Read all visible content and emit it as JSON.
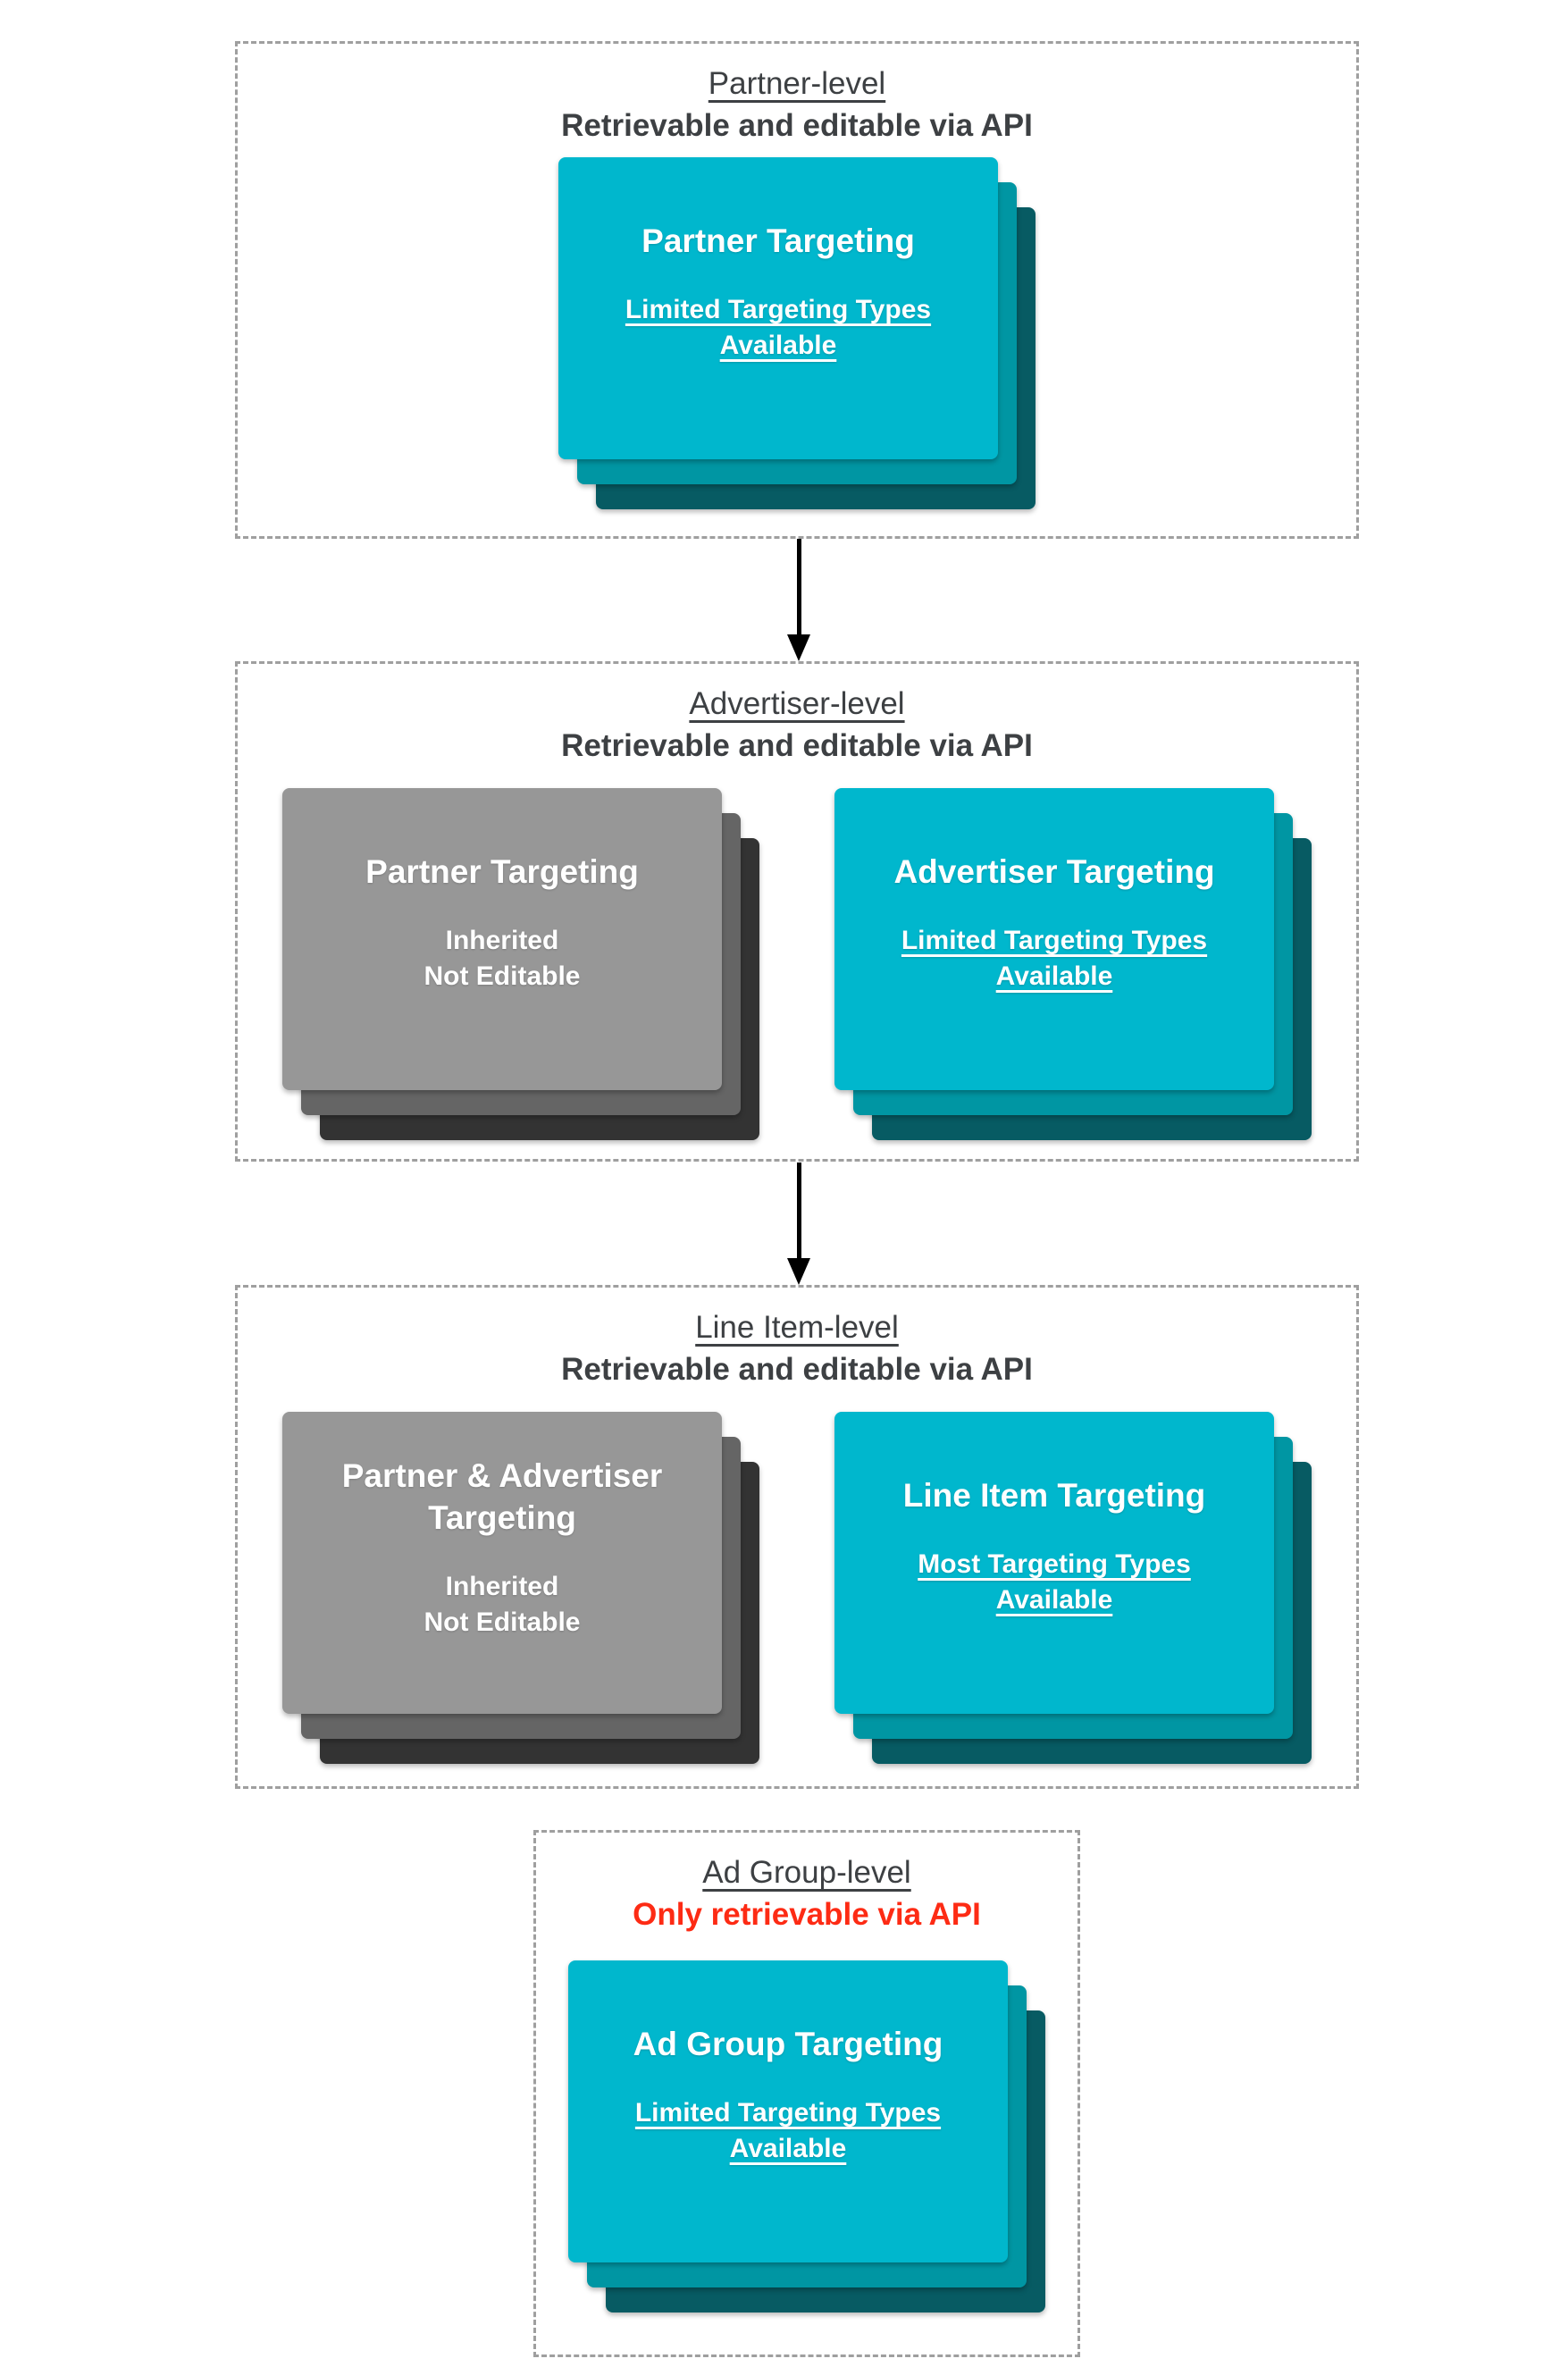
{
  "colors": {
    "page_bg": "#ffffff",
    "border": "#9f9f9f",
    "heading": "#3d4043",
    "red": "#fd2b14",
    "teal": "#00b7cd",
    "teal_mid": "#0096a3",
    "teal_dark": "#075b63",
    "gray": "#979797",
    "gray_mid": "#656565",
    "gray_dark": "#333333",
    "card_text": "#ffffff",
    "arrow": "#000000"
  },
  "sections": [
    {
      "title": "Partner-level",
      "subtitle": "Retrievable and editable via API",
      "cards": [
        {
          "variant": "teal",
          "title_lines": [
            "Partner Targeting"
          ],
          "body_lines": [
            "Limited Targeting Types",
            "Available"
          ],
          "body_underlined": true
        }
      ]
    },
    {
      "title": "Advertiser-level",
      "subtitle": "Retrievable and editable via API",
      "cards": [
        {
          "variant": "gray",
          "title_lines": [
            "Partner Targeting"
          ],
          "body_lines": [
            "Inherited",
            "Not Editable"
          ],
          "body_underlined": false
        },
        {
          "variant": "teal",
          "title_lines": [
            "Advertiser Targeting"
          ],
          "body_lines": [
            "Limited Targeting Types",
            "Available"
          ],
          "body_underlined": true
        }
      ]
    },
    {
      "title": "Line Item-level",
      "subtitle": "Retrievable and editable via API",
      "cards": [
        {
          "variant": "gray",
          "title_lines": [
            "Partner & Advertiser",
            "Targeting"
          ],
          "body_lines": [
            "Inherited",
            "Not Editable"
          ],
          "body_underlined": false
        },
        {
          "variant": "teal",
          "title_lines": [
            "Line Item Targeting"
          ],
          "body_lines": [
            "Most Targeting Types",
            "Available"
          ],
          "body_underlined": true
        }
      ]
    },
    {
      "title": "Ad Group-level",
      "subtitle": "Only retrievable via API",
      "subtitle_emphasis": "red",
      "cards": [
        {
          "variant": "teal",
          "title_lines": [
            "Ad Group Targeting"
          ],
          "body_lines": [
            "Limited Targeting Types",
            "Available"
          ],
          "body_underlined": true
        }
      ]
    }
  ]
}
